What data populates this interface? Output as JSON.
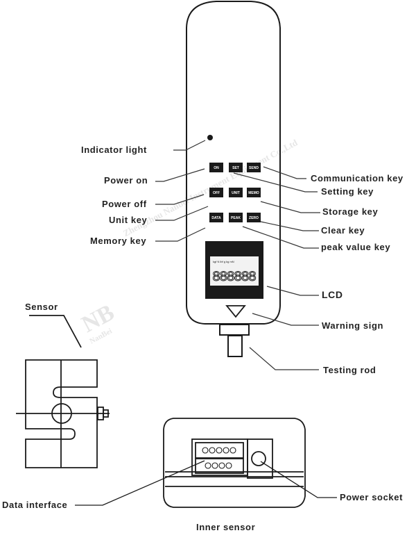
{
  "device": {
    "keys": [
      {
        "id": "on",
        "label": "ON"
      },
      {
        "id": "set",
        "label": "SET"
      },
      {
        "id": "send",
        "label": "SEND"
      },
      {
        "id": "off",
        "label": "OFF"
      },
      {
        "id": "unit",
        "label": "UNIT"
      },
      {
        "id": "memo",
        "label": "MEMO"
      },
      {
        "id": "data",
        "label": "DATA"
      },
      {
        "id": "peak",
        "label": "PEAK"
      },
      {
        "id": "zero",
        "label": "ZERO"
      }
    ],
    "lcd_digits": "888888"
  },
  "labels": {
    "indicator_light": "Indicator light",
    "power_on": "Power on",
    "power_off": "Power off",
    "unit_key": "Unit key",
    "memory_key": "Memory key",
    "communication_key": "Communication key",
    "setting_key": "Setting key",
    "storage_key": "Storage key",
    "clear_key": "Clear key",
    "peak_value_key": "peak value key",
    "lcd": "LCD",
    "warning_sign": "Warning sign",
    "testing_rod": "Testing rod",
    "sensor": "Sensor",
    "data_interface": "Data interface",
    "power_socket": "Power socket",
    "inner_sensor": "Inner sensor"
  },
  "watermark": {
    "logo": "NB",
    "brand": "NanBei",
    "company": "Zhengzhou Nanbei Instrument Equipment Co.,Ltd"
  },
  "colors": {
    "line": "#1a1a1a",
    "key_fill": "#1a1a1a",
    "lcd_screen": "#f2f2f2"
  }
}
